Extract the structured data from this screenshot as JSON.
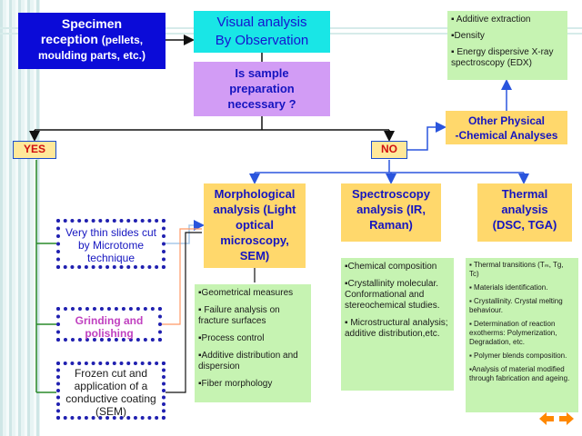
{
  "specimen_reception": {
    "line1": "Specimen",
    "line2": "reception",
    "line2_small": "(pellets,",
    "line3": "moulding parts, etc.)"
  },
  "visual_analysis": {
    "line1": "Visual analysis",
    "line2": "By Observation"
  },
  "sample_prep": {
    "line1": "Is sample",
    "line2": "preparation",
    "line3": "necessary ?"
  },
  "other_physical": {
    "line1": "Other Physical",
    "line2": "-Chemical Analyses"
  },
  "top_right_list": [
    "▪ Additive extraction",
    "▪Density",
    "▪ Energy dispersive X-ray spectroscopy (EDX)"
  ],
  "yes_label": "YES",
  "no_label": "NO",
  "morphological": {
    "line1": "Morphological",
    "line2": "analysis (Light",
    "line3": "optical",
    "line4": "microscopy,",
    "line5": "SEM)"
  },
  "spectroscopy": {
    "line1": "Spectroscopy",
    "line2": "analysis (IR,",
    "line3": "Raman)"
  },
  "thermal": {
    "line1": "Thermal",
    "line2": "analysis",
    "line3": "(DSC, TGA)"
  },
  "microtome": {
    "line1": "Very thin slides cut",
    "line2": "by Microtome",
    "line3": "technique"
  },
  "grinding": {
    "line1": "Grinding and",
    "line2": "polishing"
  },
  "frozen": {
    "line1": "Frozen cut and",
    "line2": "application of a",
    "line3": "conductive coating",
    "line4": "(SEM)"
  },
  "morph_list": [
    "▪Geometrical measures",
    "▪ Failure analysis on fracture surfaces",
    "▪Process control",
    "▪Additive distribution and dispersion",
    "▪Fiber morphology"
  ],
  "spectro_list": [
    "▪Chemical composition",
    "▪Crystallinity molecular. Conformational and stereochemical studies.",
    "▪ Microstructural analysis; additive distribution,etc."
  ],
  "thermal_list": [
    "▪ Thermal transitions (Tₘ, Tg, Tc)",
    "▪ Materials identification.",
    "▪ Crystallinity. Crystal melting behaviour.",
    "▪ Determination of reaction exotherms: Polymerization, Degradation, etc.",
    "▪ Polymer blends composition.",
    "▪Analysis of material modified through fabrication and ageing."
  ],
  "colors": {
    "blue_box": "#0b0bd8",
    "cyan_box": "#19e6e6",
    "purple_box": "#d29cf5",
    "yellow_box": "#ffd86c",
    "green_box": "#c6f3b2",
    "arrow_blue": "#2a55dd",
    "line_green": "#2a8a2a",
    "nav_orange": "#ff8800"
  },
  "icons": [
    "arrow-left-icon",
    "arrow-right-icon"
  ]
}
